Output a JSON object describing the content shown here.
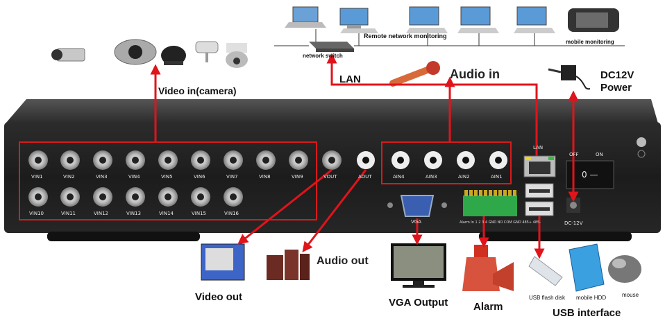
{
  "labels": {
    "video_in": "Video in(camera)",
    "network_switch": "network switch",
    "remote_monitoring": "Remote network monitoring",
    "mobile_monitoring": "mobile monitoring",
    "lan": "LAN",
    "audio_in": "Audio in",
    "dc_power_1": "DC12V",
    "dc_power_2": "Power",
    "video_out": "Video out",
    "audio_out": "Audio out",
    "vga_output": "VGA Output",
    "alarm": "Alarm",
    "usb_interface": "USB interface",
    "usb_flash": "USB flash disk",
    "mobile_hdd": "mobile HDD",
    "mouse": "mouse"
  },
  "panel": {
    "vin_row1": [
      "VIN1",
      "VIN2",
      "VIN3",
      "VIN4",
      "VIN5",
      "VIN6",
      "VIN7",
      "VIN8",
      "VIN9"
    ],
    "vin_row2": [
      "VIN10",
      "VIN11",
      "VIN12",
      "VIN13",
      "VIN14",
      "VIN15",
      "VIN16"
    ],
    "vout": "VOUT",
    "aout": "AOUT",
    "ain": [
      "AIN4",
      "AIN3",
      "AIN2",
      "AIN1"
    ],
    "vga": "VGA",
    "lan": "LAN",
    "off": "OFF",
    "on": "ON",
    "dc": "DC-12V",
    "switch_value": "0 —",
    "alarm_pins": "Alarm In 1 2 3 4 GND NO COM GND 485+ 485-"
  },
  "colors": {
    "arrow": "#e0141b",
    "panel_body": "#2a2a2a",
    "panel_face": "#1b1b1b"
  }
}
